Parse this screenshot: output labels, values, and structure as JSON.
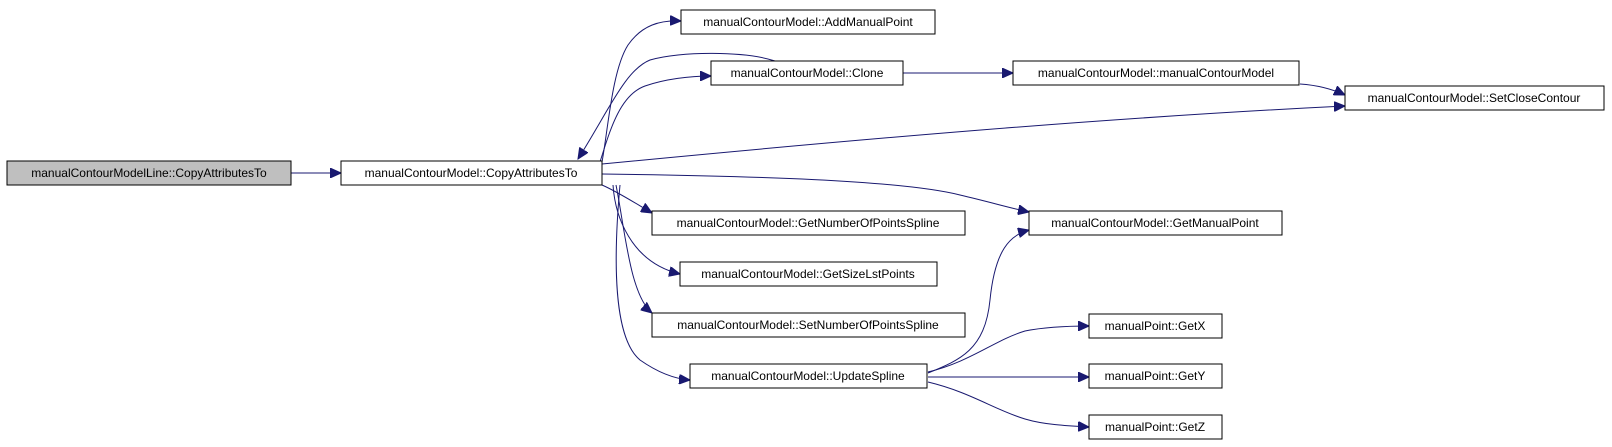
{
  "colors": {
    "edge": "#191970",
    "node_border": "#000000",
    "node_fill": "#ffffff",
    "root_fill": "#bfbfbf",
    "background": "#ffffff"
  },
  "nodes": {
    "root": "manualContourModelLine::CopyAttributesTo",
    "copy_attributes_to": "manualContourModel::CopyAttributesTo",
    "add_manual_point": "manualContourModel::AddManualPoint",
    "clone": "manualContourModel::Clone",
    "constructor": "manualContourModel::manualContourModel",
    "set_close_contour": "manualContourModel::SetCloseContour",
    "get_number_of_points_spline": "manualContourModel::GetNumberOfPointsSpline",
    "get_manual_point": "manualContourModel::GetManualPoint",
    "get_size_lst_points": "manualContourModel::GetSizeLstPoints",
    "set_number_of_points_spline": "manualContourModel::SetNumberOfPointsSpline",
    "update_spline": "manualContourModel::UpdateSpline",
    "get_x": "manualPoint::GetX",
    "get_y": "manualPoint::GetY",
    "get_z": "manualPoint::GetZ"
  },
  "edges": [
    [
      "root",
      "copy_attributes_to"
    ],
    [
      "copy_attributes_to",
      "add_manual_point"
    ],
    [
      "copy_attributes_to",
      "clone"
    ],
    [
      "clone",
      "copy_attributes_to"
    ],
    [
      "clone",
      "constructor"
    ],
    [
      "constructor",
      "set_close_contour"
    ],
    [
      "copy_attributes_to",
      "set_close_contour"
    ],
    [
      "copy_attributes_to",
      "get_manual_point"
    ],
    [
      "copy_attributes_to",
      "get_number_of_points_spline"
    ],
    [
      "copy_attributes_to",
      "get_size_lst_points"
    ],
    [
      "copy_attributes_to",
      "set_number_of_points_spline"
    ],
    [
      "copy_attributes_to",
      "update_spline"
    ],
    [
      "update_spline",
      "get_manual_point"
    ],
    [
      "update_spline",
      "get_x"
    ],
    [
      "update_spline",
      "get_y"
    ],
    [
      "update_spline",
      "get_z"
    ]
  ]
}
